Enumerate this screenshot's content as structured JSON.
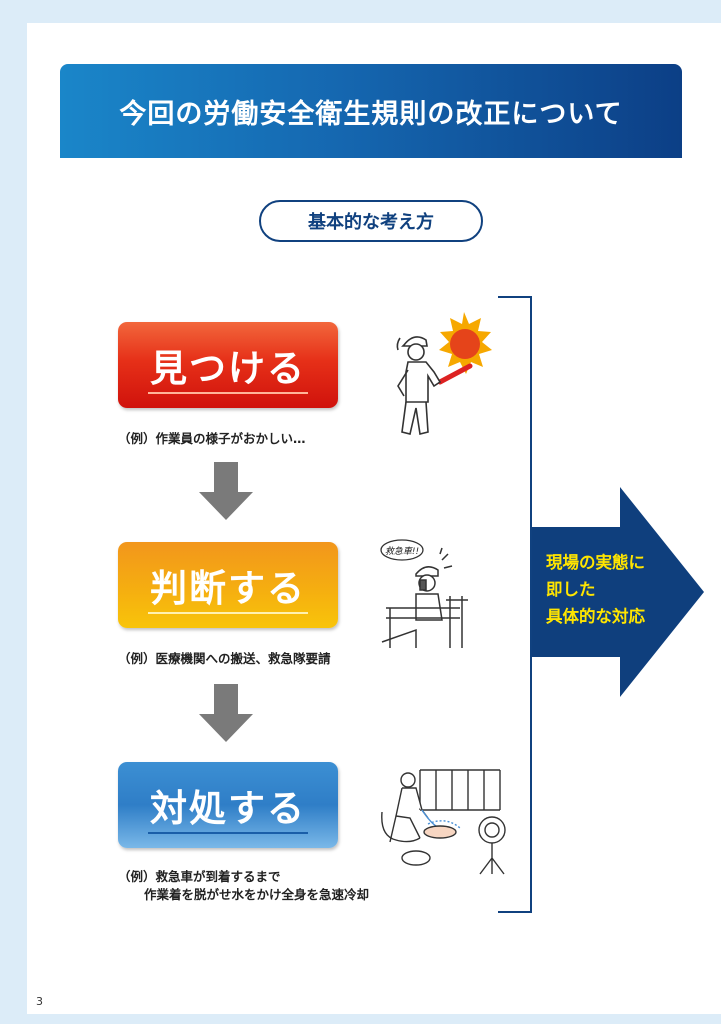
{
  "header": {
    "title": "今回の労働安全衛生規則の改正について"
  },
  "concept_label": "基本的な考え方",
  "steps": [
    {
      "label": "見つける",
      "example": "（例）作業員の様子がおかしい…"
    },
    {
      "label": "判断する",
      "example": "（例）医療機関への搬送、救急隊要請"
    },
    {
      "label": "対処する",
      "example": "（例）救急車が到着するまで",
      "example_line2": "作業着を脱がせ水をかけ全身を急速冷却"
    }
  ],
  "illustrations": {
    "worker_sun": "heatstroke-worker-icon",
    "worker_phone": "phone-call-worker-icon",
    "phone_bubble": "救急車!!",
    "worker_cooling": "cooling-worker-icon"
  },
  "result": {
    "line1": "現場の実態に",
    "line2": "即した",
    "line3": "具体的な対応"
  },
  "colors": {
    "navy": "#10417f",
    "step1": "#e63018",
    "step2": "#f5ae10",
    "step3": "#2f7ec7",
    "result_text": "#ffe500"
  },
  "page_number": "3"
}
